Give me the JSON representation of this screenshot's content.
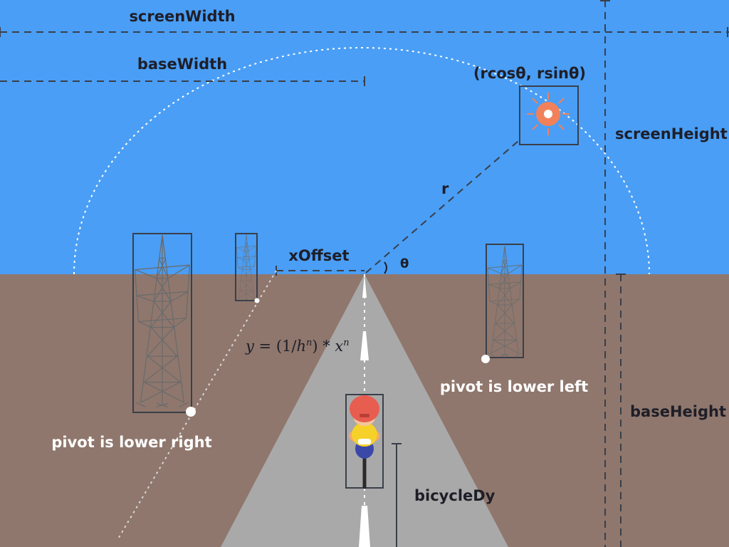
{
  "colors": {
    "sky": "#4a9ef5",
    "ground": "#8f776d",
    "road": "#a9a9a9",
    "lane_marking": "#ffffff",
    "sun": "#f1815a",
    "guide_lines": "#3a3f4a"
  },
  "labels": {
    "screen_width": "screenWidth",
    "base_width": "baseWidth",
    "sun_position": "(rcosθ, rsinθ)",
    "screen_height": "screenHeight",
    "radius": "r",
    "x_offset": "xOffset",
    "theta": "θ",
    "base_height": "baseHeight",
    "pivot_lower_left": "pivot is lower left",
    "pivot_lower_right": "pivot is lower right",
    "bicycle_dy": "bicycleDy"
  },
  "formula": {
    "y": "y",
    "equals": " = (1/",
    "h": "h",
    "n1": "n",
    "mid": ") * ",
    "x": "x",
    "n2": "n"
  },
  "icons": [
    "sun-icon",
    "transmission-tower-icon",
    "cyclist-icon",
    "pivot-dot-icon"
  ]
}
